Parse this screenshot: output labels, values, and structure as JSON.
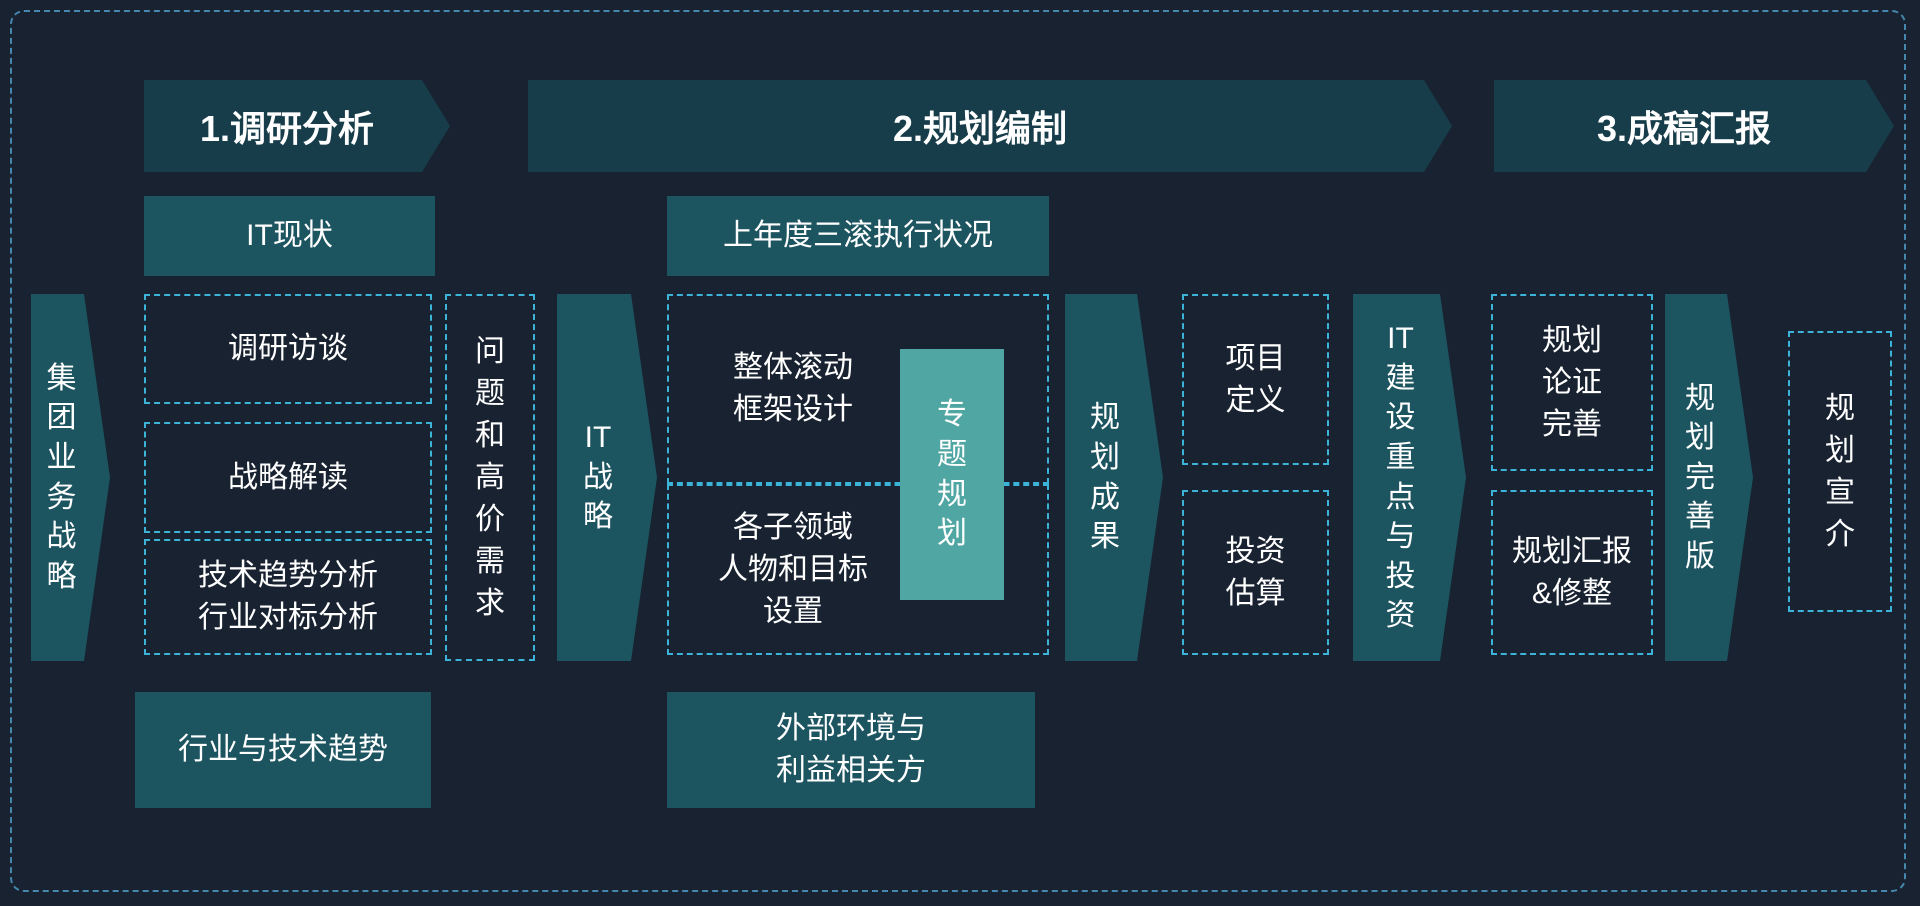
{
  "colors": {
    "background": "#182230",
    "header-fill": "#173d4a",
    "box-fill": "#1c5460",
    "overlay-fill": "#4fa6a2",
    "dash": "#3cb4d8",
    "outer-dash": "#4587ad",
    "text": "#ffffff"
  },
  "phases": [
    {
      "label": "1.调研分析"
    },
    {
      "label": "2.规划编制"
    },
    {
      "label": "3.成稿汇报"
    }
  ],
  "nodes": {
    "group_strategy": "集团业务战略",
    "it_status": "IT现状",
    "research_interview": "调研访谈",
    "strategy_interpretation": "战略解读",
    "tech_trend_benchmark": "技术趋势分析\n行业对标分析",
    "industry_tech_trend": "行业与技术趋势",
    "problems_high_value_needs": "问题和高价需求",
    "it_strategy": "IT战略",
    "last_year_rolling_execution": "上年度三滚执行状况",
    "overall_rolling_framework": "整体滚动\n框架设计",
    "subdomain_tasks_goals": "各子领域\n人物和目标\n设置",
    "special_topic_planning": "专题规划",
    "external_env_stakeholders": "外部环境与\n利益相关方",
    "planning_results": "规划成果",
    "project_definition": "项目\n定义",
    "investment_estimation": "投资\n估算",
    "it_focus_investment": "IT建设重点与投资",
    "planning_validation": "规划\n论证\n完善",
    "planning_report_revision": "规划汇报\n&修整",
    "planning_final_version": "规划完善版",
    "planning_promotion": "规划宣介"
  }
}
